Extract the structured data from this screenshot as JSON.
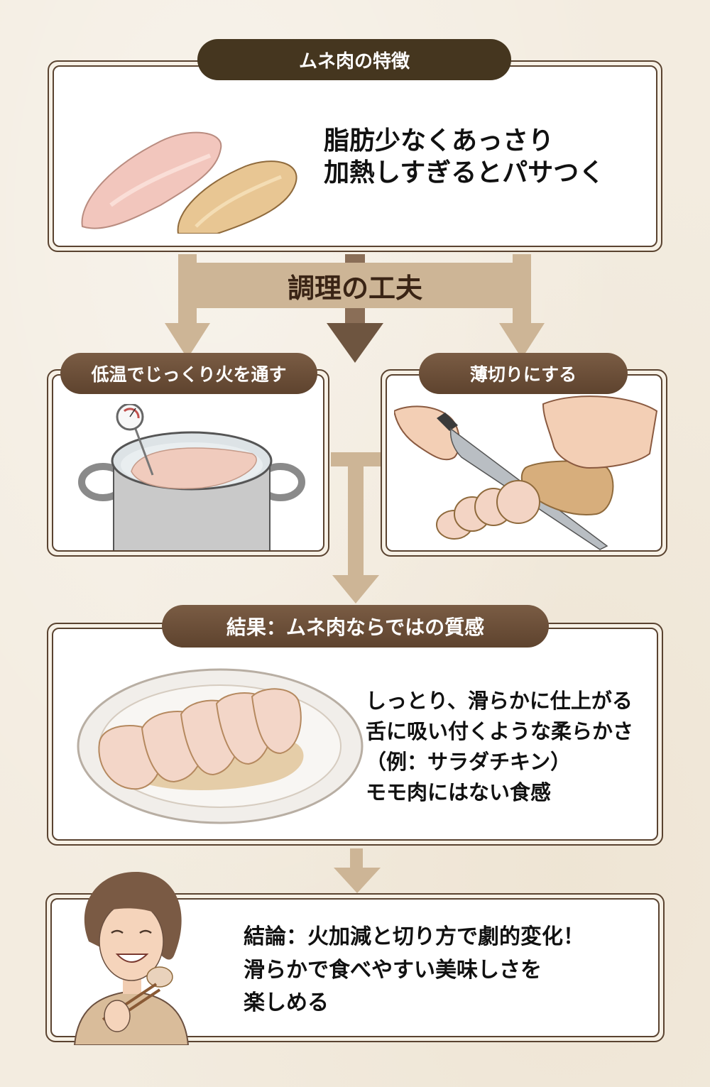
{
  "section1": {
    "title": "ムネ肉の特徴",
    "lines": [
      "脂肪少なくあっさり",
      "加熱しすぎるとパサつく"
    ],
    "illustration": "raw-and-cooked-chicken-breast"
  },
  "cooking_tips": {
    "label": "調理の工夫",
    "tip_left": {
      "title": "低温でじっくり火を通す",
      "illustration": "pot-with-thermometer-and-chicken"
    },
    "tip_right": {
      "title": "薄切りにする",
      "illustration": "hands-slicing-chicken-with-knife"
    }
  },
  "result": {
    "title": "結果：ムネ肉ならではの質感",
    "lines": [
      "しっとり、滑らかに仕上がる",
      "舌に吸い付くような柔らかさ",
      "（例：サラダチキン）",
      "モモ肉にはない食感"
    ],
    "illustration": "sliced-chicken-on-plate"
  },
  "conclusion": {
    "lines": [
      "結論：火加減と切り方で劇的変化！",
      "滑らかで食べやすい美味しさを",
      "楽しめる"
    ],
    "illustration": "smiling-woman-eating-chicken"
  },
  "colors": {
    "background": "#f3ece0",
    "pill_dark": "#45361f",
    "pill_brown": "#6b4e37",
    "border": "#5a4330",
    "arrow_light": "#cdb596",
    "arrow_dark": "#6e5540"
  }
}
